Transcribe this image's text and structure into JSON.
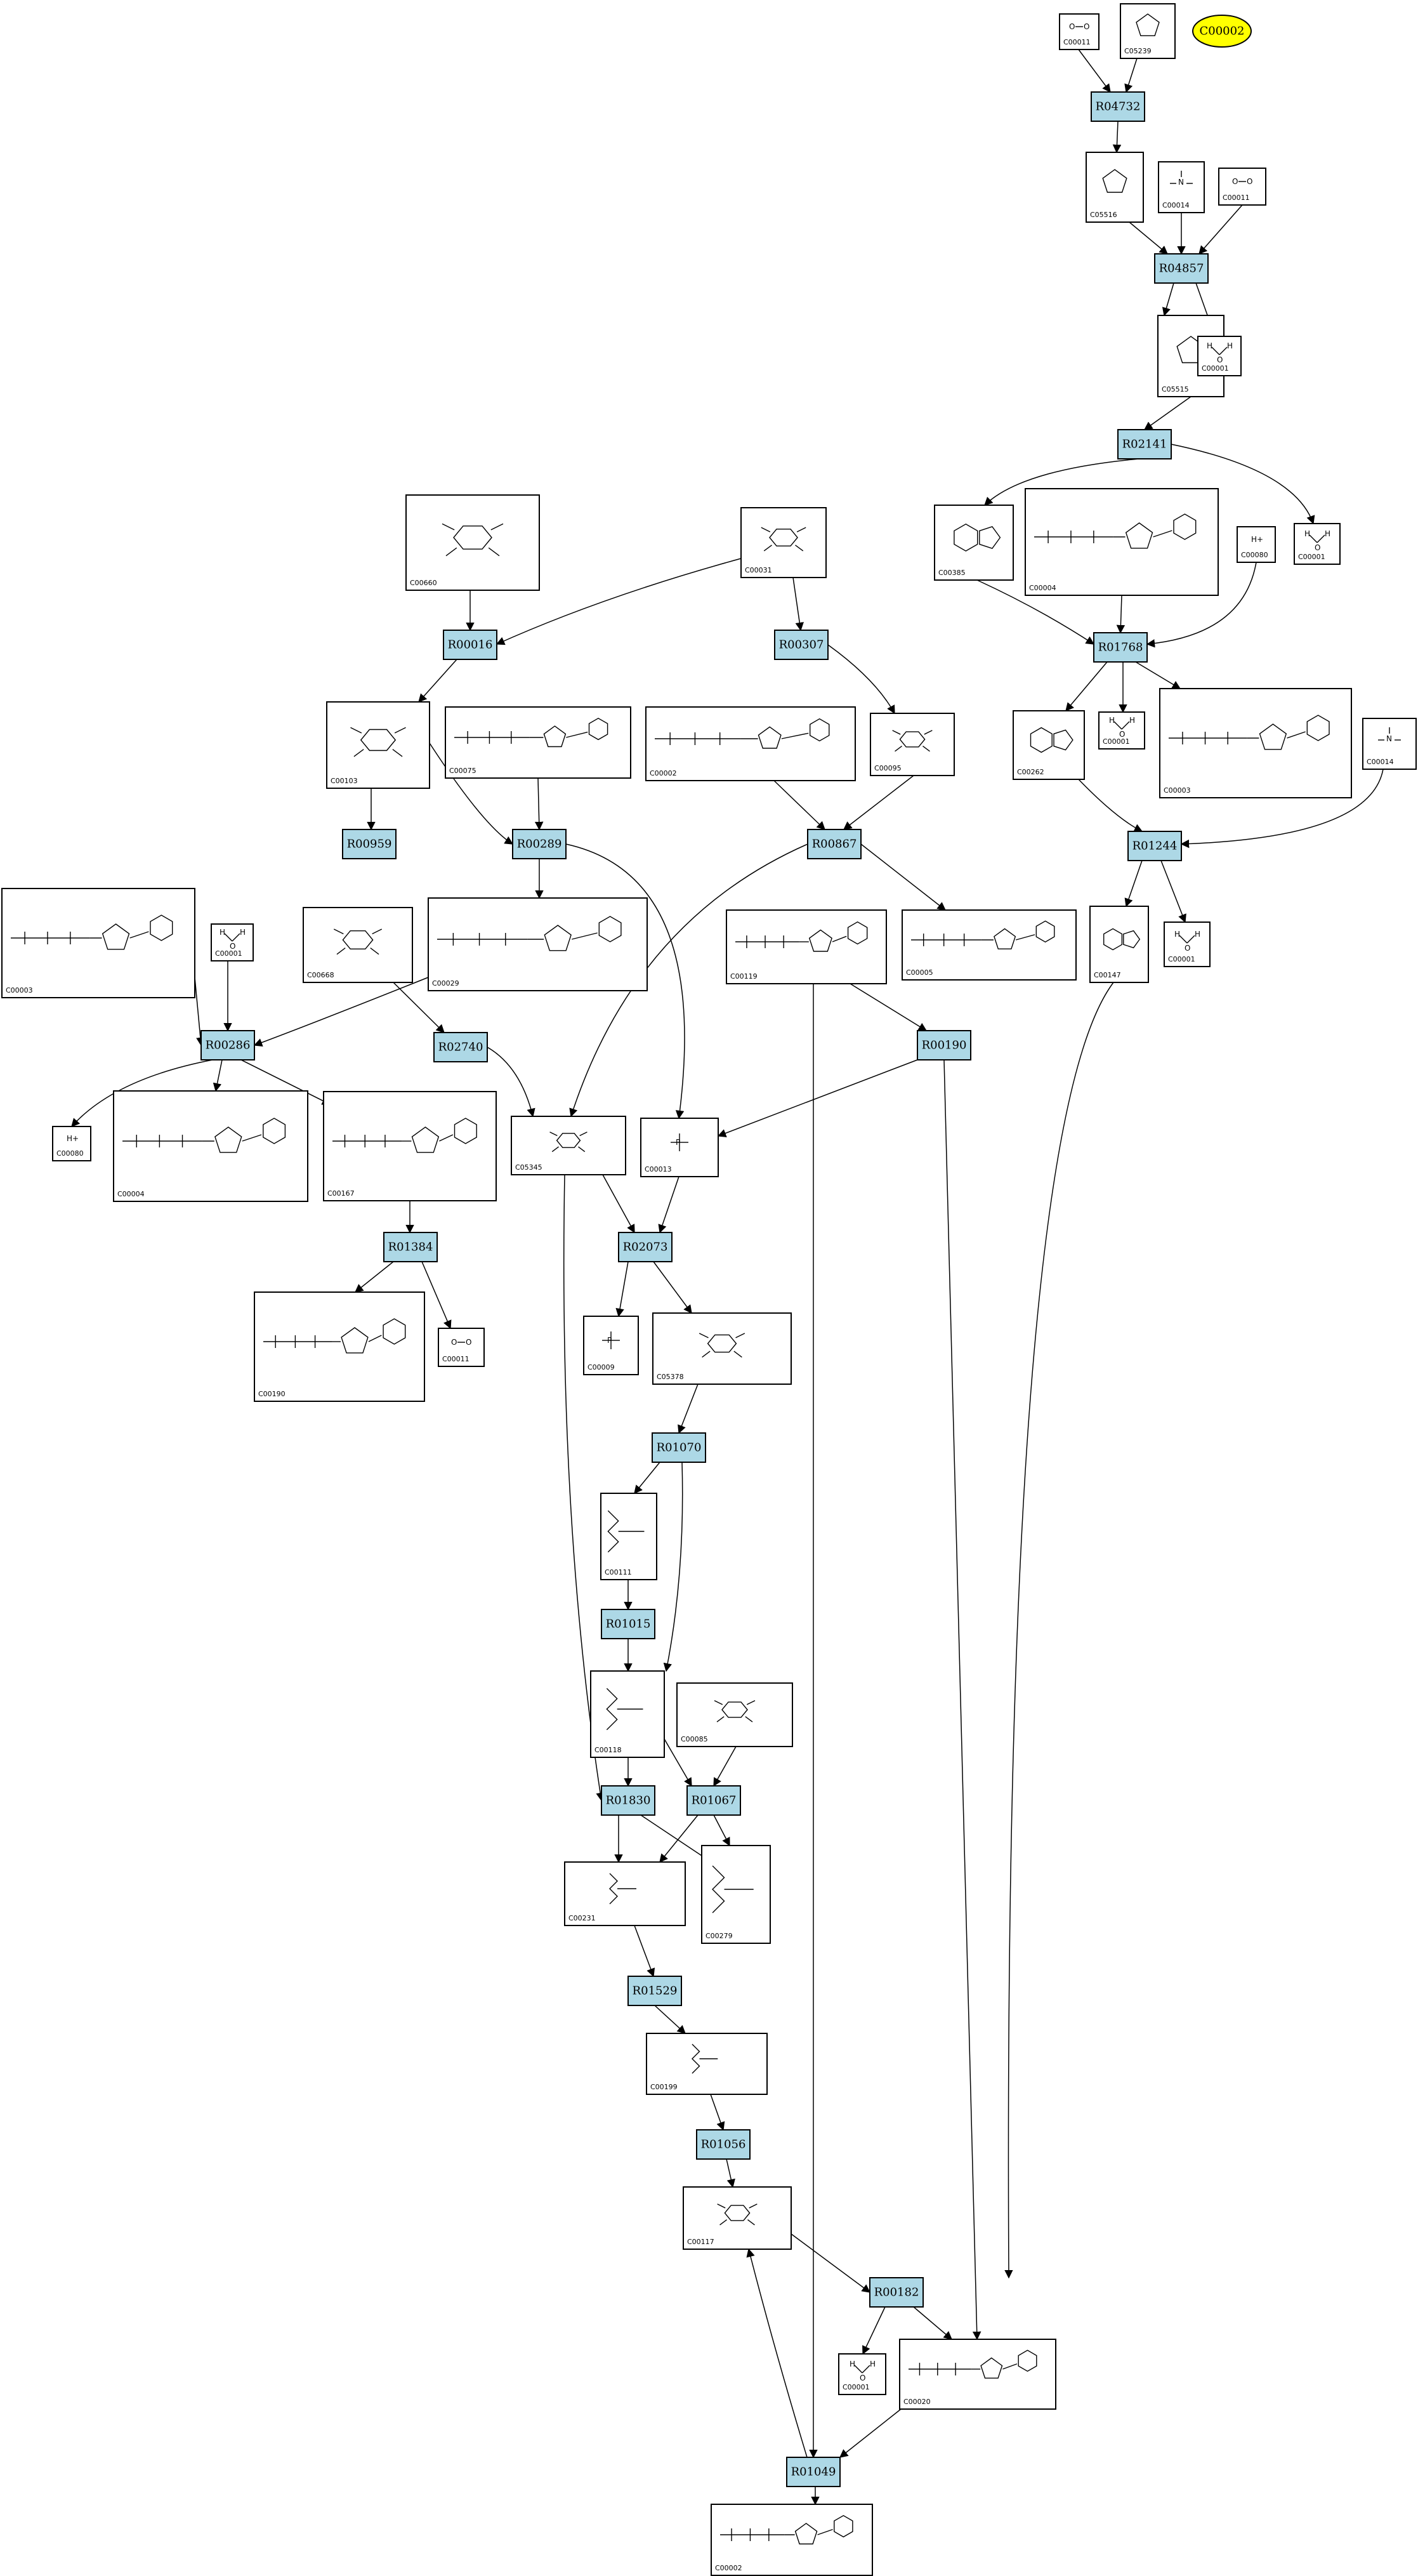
{
  "highlight": {
    "id": "C00002",
    "color": "#ffff00"
  },
  "colors": {
    "reaction_fill": "#add8e6",
    "compound_fill": "#ffffff",
    "stroke": "#000000"
  },
  "reactions": [
    {
      "id": "R04732"
    },
    {
      "id": "R04857"
    },
    {
      "id": "R02141"
    },
    {
      "id": "R01768"
    },
    {
      "id": "R00016"
    },
    {
      "id": "R00307"
    },
    {
      "id": "R00959"
    },
    {
      "id": "R00289"
    },
    {
      "id": "R00867"
    },
    {
      "id": "R01244"
    },
    {
      "id": "R00286"
    },
    {
      "id": "R02740"
    },
    {
      "id": "R00190"
    },
    {
      "id": "R01384"
    },
    {
      "id": "R02073"
    },
    {
      "id": "R01070"
    },
    {
      "id": "R01015"
    },
    {
      "id": "R01830"
    },
    {
      "id": "R01067"
    },
    {
      "id": "R01529"
    },
    {
      "id": "R01056"
    },
    {
      "id": "R00182"
    },
    {
      "id": "R01049"
    }
  ],
  "compounds": [
    {
      "id": "C00011",
      "structure": "co2"
    },
    {
      "id": "C05239",
      "structure": "ring5"
    },
    {
      "id": "C05516",
      "structure": "ring5"
    },
    {
      "id": "C00014",
      "structure": "nh3"
    },
    {
      "id": "C00011",
      "structure": "co2"
    },
    {
      "id": "C05515",
      "structure": "ring5"
    },
    {
      "id": "C00001",
      "structure": "water"
    },
    {
      "id": "C00385",
      "structure": "fused"
    },
    {
      "id": "C00004",
      "structure": "nucleotide"
    },
    {
      "id": "C00080",
      "structure": "proton"
    },
    {
      "id": "C00001",
      "structure": "water"
    },
    {
      "id": "C00660",
      "structure": "sugar"
    },
    {
      "id": "C00031",
      "structure": "sugar"
    },
    {
      "id": "C00262",
      "structure": "fused"
    },
    {
      "id": "C00001",
      "structure": "water"
    },
    {
      "id": "C00003",
      "structure": "nucleotide"
    },
    {
      "id": "C00014",
      "structure": "nh3"
    },
    {
      "id": "C00103",
      "structure": "sugar"
    },
    {
      "id": "C00075",
      "structure": "nucleotide"
    },
    {
      "id": "C00002",
      "structure": "nucleotide"
    },
    {
      "id": "C00095",
      "structure": "sugar"
    },
    {
      "id": "C00003",
      "structure": "nucleotide"
    },
    {
      "id": "C00001",
      "structure": "water"
    },
    {
      "id": "C00668",
      "structure": "sugar"
    },
    {
      "id": "C00029",
      "structure": "nucleotide"
    },
    {
      "id": "C00119",
      "structure": "nucleotide"
    },
    {
      "id": "C00005",
      "structure": "nucleotide"
    },
    {
      "id": "C00147",
      "structure": "fused"
    },
    {
      "id": "C00001",
      "structure": "water"
    },
    {
      "id": "C00080",
      "structure": "proton"
    },
    {
      "id": "C00004",
      "structure": "nucleotide"
    },
    {
      "id": "C00167",
      "structure": "nucleotide"
    },
    {
      "id": "C05345",
      "structure": "sugar"
    },
    {
      "id": "C00013",
      "structure": "phosphate"
    },
    {
      "id": "C00190",
      "structure": "nucleotide"
    },
    {
      "id": "C00011",
      "structure": "co2"
    },
    {
      "id": "C00009",
      "structure": "phosphate"
    },
    {
      "id": "C05378",
      "structure": "sugar"
    },
    {
      "id": "C00111",
      "structure": "chain"
    },
    {
      "id": "C00118",
      "structure": "chain"
    },
    {
      "id": "C00085",
      "structure": "sugar"
    },
    {
      "id": "C00231",
      "structure": "chain"
    },
    {
      "id": "C00279",
      "structure": "chain"
    },
    {
      "id": "C00199",
      "structure": "chain"
    },
    {
      "id": "C00117",
      "structure": "sugar"
    },
    {
      "id": "C00001",
      "structure": "water"
    },
    {
      "id": "C00020",
      "structure": "nucleotide"
    },
    {
      "id": "C00002",
      "structure": "nucleotide"
    }
  ]
}
